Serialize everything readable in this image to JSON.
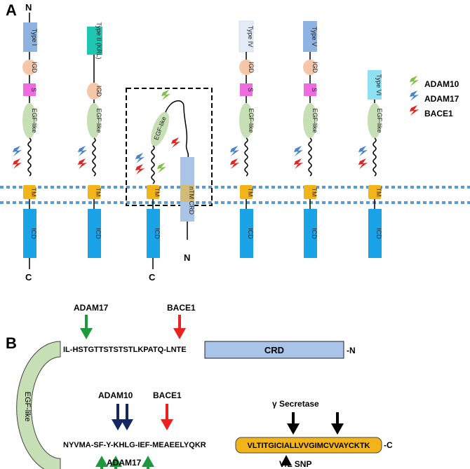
{
  "panels": {
    "a_label": "A",
    "b_label": "B"
  },
  "panel_a": {
    "n_terminus": "N",
    "c_terminus": "C",
    "isoforms": [
      {
        "type_label": "Type I",
        "igd": "IGD",
        "s": "S",
        "egf": "EGF-like",
        "tm": "TM",
        "icd": "ICD"
      },
      {
        "type_label": "Type II (KRL)",
        "igd": "IGD",
        "egf": "EGF-like",
        "tm": "TM",
        "icd": "ICD"
      },
      {
        "egf": "EGF-like",
        "tm": "TM",
        "icd": "ICD",
        "ntm_crd": "nTM CRD",
        "c_label": "C",
        "n_label": "N"
      },
      {
        "type_label": "Type IV",
        "igd": "IGD",
        "s": "S",
        "egf": "EGF-like",
        "tm": "TM",
        "icd": "ICD"
      },
      {
        "type_label": "Type V",
        "igd": "IGD",
        "s": "S",
        "egf": "EGF-like",
        "tm": "TM",
        "icd": "ICD"
      },
      {
        "type_label": "Type VI",
        "egf": "EGF-like",
        "tm": "TM",
        "icd": "ICD"
      }
    ],
    "legend": [
      {
        "label": "ADAM10",
        "color": "#7dc242"
      },
      {
        "label": "ADAM17",
        "color": "#4a86c5"
      },
      {
        "label": "BACE1",
        "color": "#e8231f"
      }
    ]
  },
  "panel_b": {
    "egf_label": "EGF-like",
    "top_sequence": "IL-HSTGTTSTSTSTLKPATQ-LNTE",
    "crd_label": "CRD",
    "crd_suffix": "-N",
    "bottom_sequence": "NYVMA-SF-Y-KHLG-IEF-MEAEELYQKR",
    "tm_sequence": "VLTITGICIALLVVGIMCVVAYCKTK",
    "tm_suffix": "-C",
    "adam17_top": "ADAM17",
    "bace1_top": "BACE1",
    "adam10": "ADAM10",
    "bace1_bottom": "BACE1",
    "gamma_secretase": "γ Secretase",
    "adam17_bottom": "ADAM17",
    "vl_snp": "V/L SNP"
  },
  "colors": {
    "type_i": "#8fb3e0",
    "type_ii": "#1fc7b3",
    "type_iv": "#e4ecf8",
    "type_v": "#8fb3e0",
    "type_vi": "#8fe0f0",
    "igd": "#f6c6a8",
    "s": "#ee6be0",
    "egf": "#c6dfb4",
    "tm": "#f3b41a",
    "icd": "#1aa3e6",
    "crd": "#a9c4e6",
    "membrane": "#5b9bd5",
    "adam10": "#7dc242",
    "adam17": "#4a86c5",
    "bace1": "#e8231f",
    "green_arrow": "#1a9a3a",
    "navy_arrow": "#12285e"
  }
}
